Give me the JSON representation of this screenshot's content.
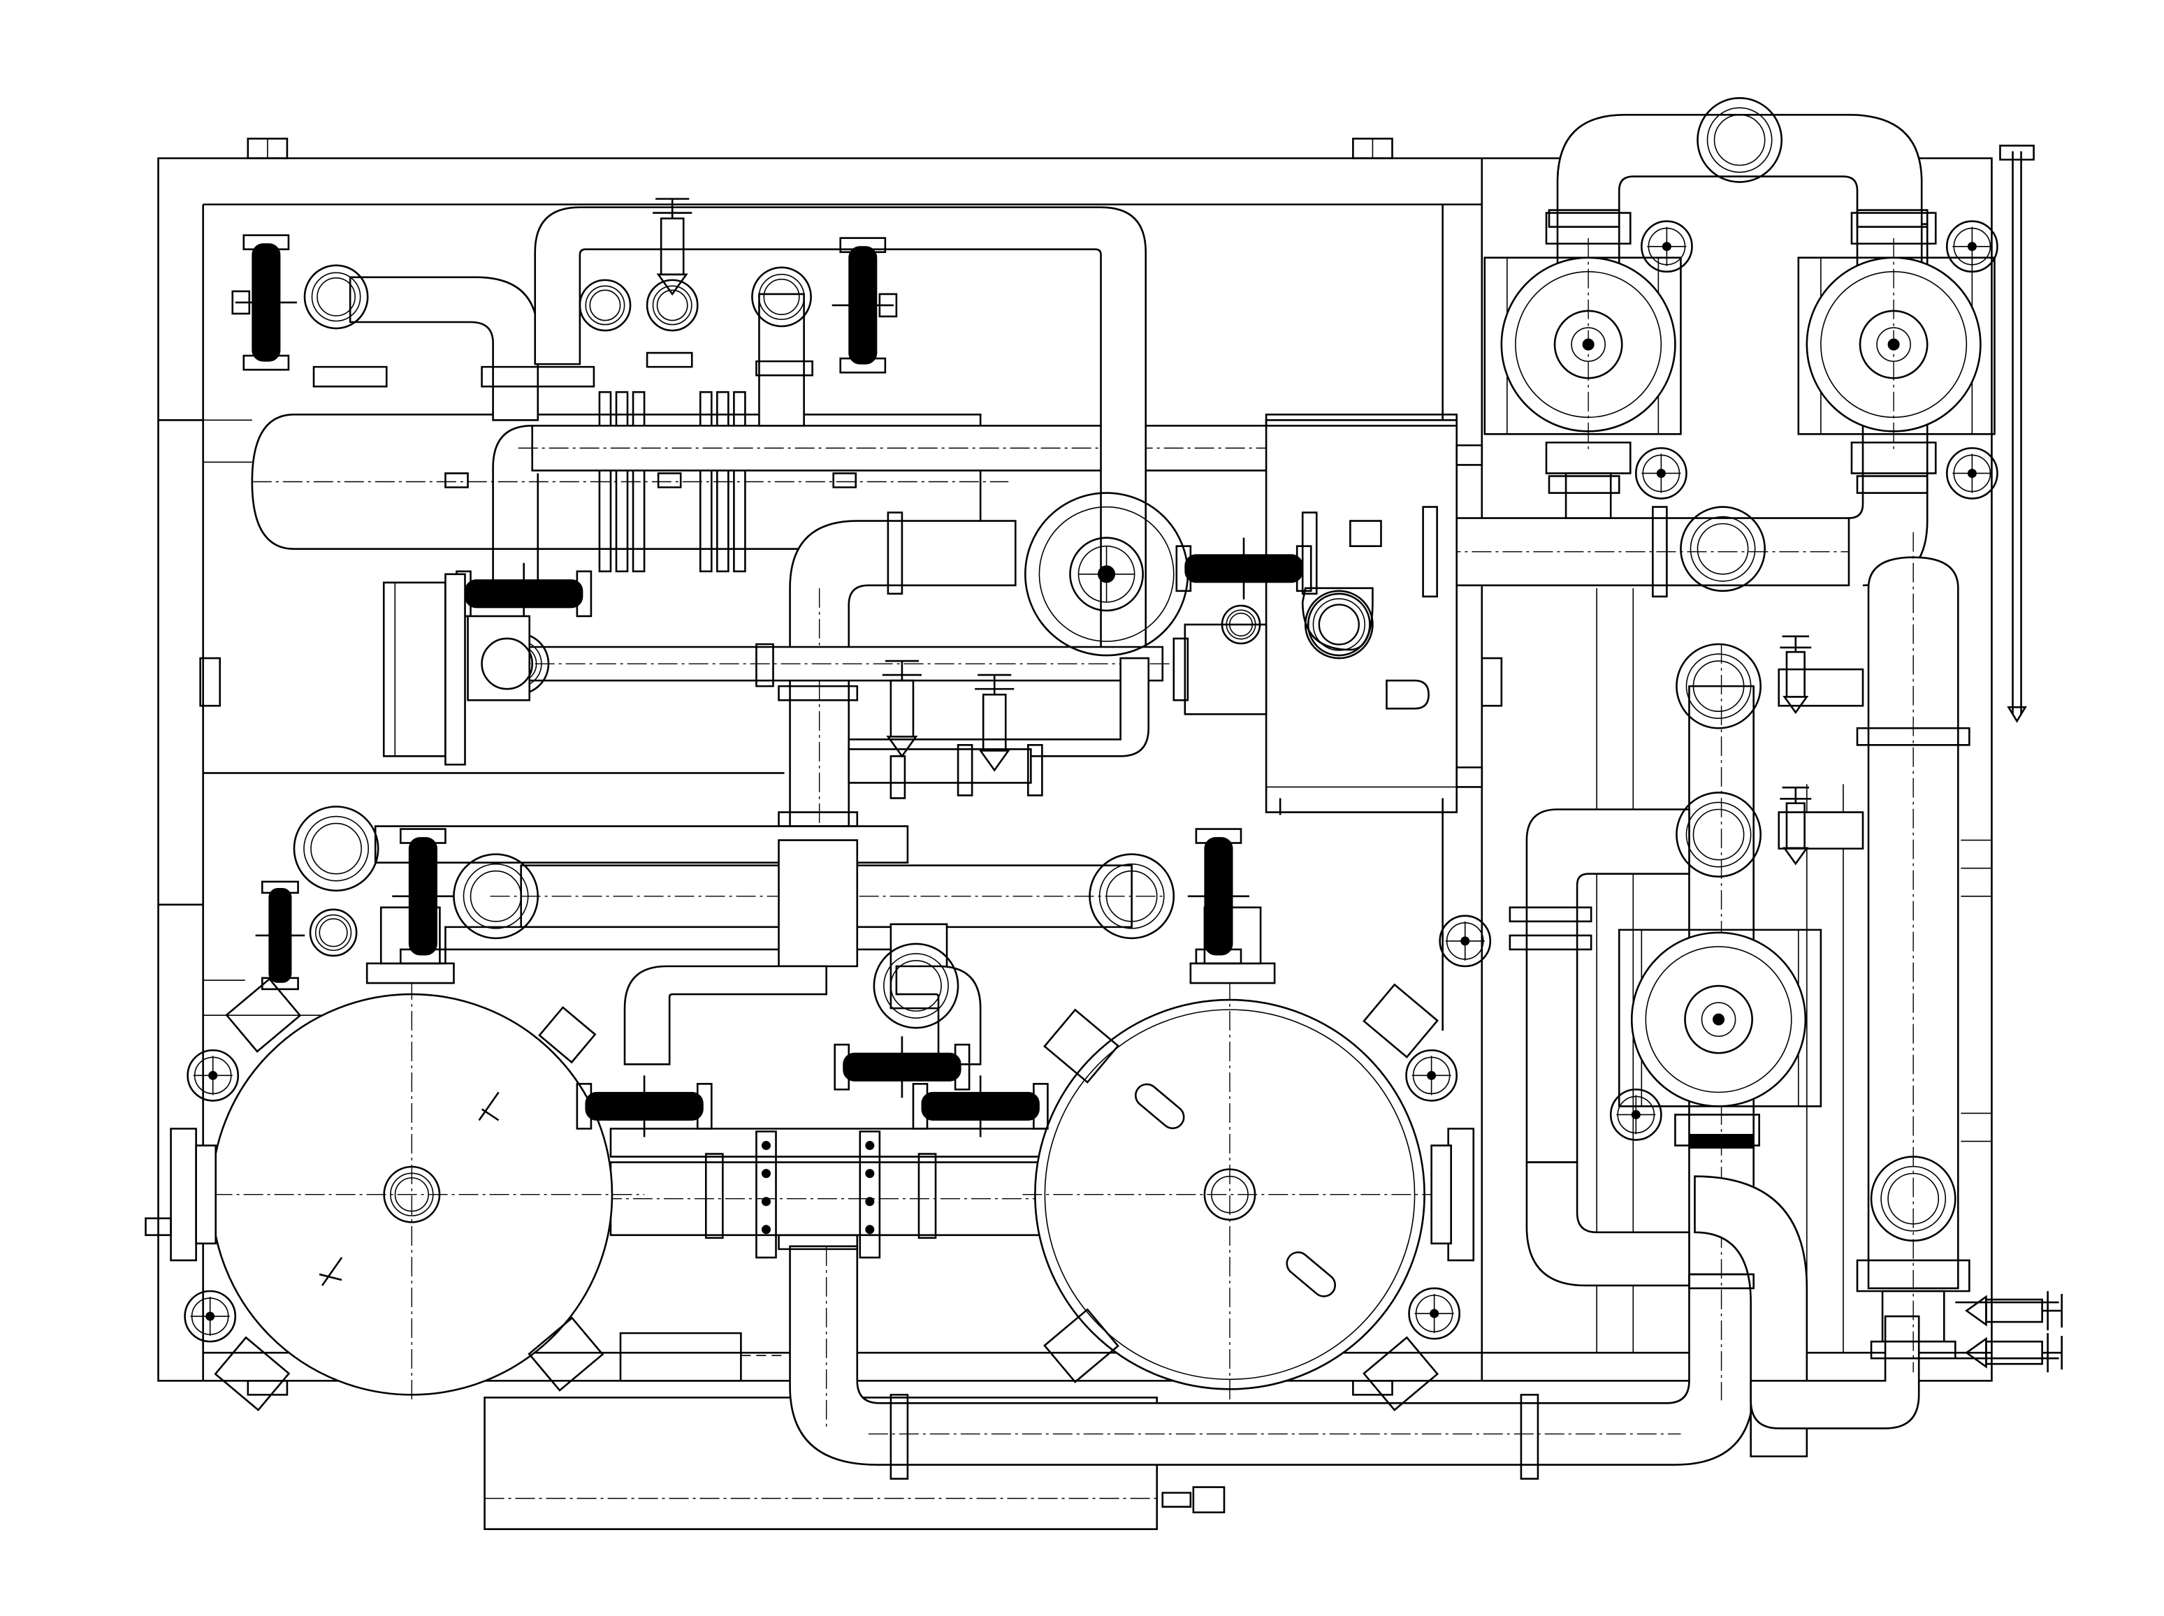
{
  "drawing": {
    "colors": {
      "line": "#000000",
      "background": "#ffffff"
    },
    "components": {
      "tanks": [
        "tank-left",
        "tank-right"
      ],
      "filters": [
        "filter-top-left",
        "filter-top-right",
        "filter-bottom"
      ],
      "column": "vertical-column",
      "header_vessel": "horizontal-vessel",
      "control_box": "control-box",
      "base": "base-skid"
    },
    "icons": [
      "butterfly-valve-icon",
      "gate-valve-icon",
      "handwheel-icon",
      "flange-icon",
      "sight-glass-icon"
    ]
  }
}
